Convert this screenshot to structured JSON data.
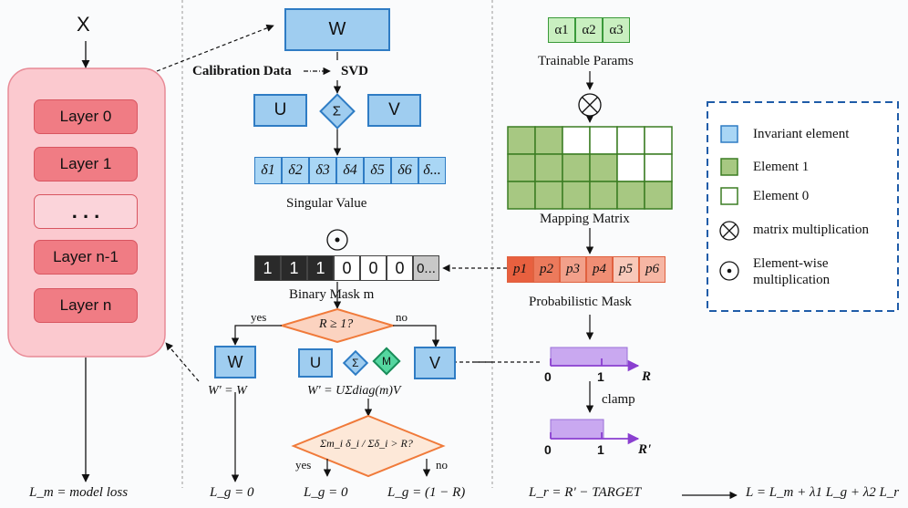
{
  "colors": {
    "invariant": "#a9d6f5",
    "element1": "#a7c882",
    "element0": "#ffffff",
    "model_box": "#fbc9cf",
    "layer": "#f07c84",
    "probabilistic": [
      "#e8603f",
      "#ec7a5c",
      "#f2a08a",
      "#f08e74",
      "#f8c9ba",
      "#f6b6a4"
    ],
    "range_bar": "#c9a8f0",
    "accent_arrow": "#8a3fd0",
    "legend_border": "#1f5ca8"
  },
  "left": {
    "input": "X",
    "layers": [
      "Layer 0",
      "Layer 1",
      ". . .",
      "Layer n-1",
      "Layer n"
    ],
    "loss": "L_m = model loss"
  },
  "middle": {
    "weight": "W",
    "calibration": "Calibration Data",
    "svd": "SVD",
    "u": "U",
    "sigma": "Σ",
    "v": "V",
    "singular_values": [
      "δ1",
      "δ2",
      "δ3",
      "δ4",
      "δ5",
      "δ6",
      "δ..."
    ],
    "singular_label": "Singular Value",
    "elementwise": "⊙",
    "mask_values": [
      "1",
      "1",
      "1",
      "0",
      "0",
      "0",
      "0..."
    ],
    "mask_label": "Binary Mask m",
    "decision": "R ≥ 1?",
    "yes": "yes",
    "no": "no",
    "w_same": "W",
    "w_same_eq": "W' = W",
    "m": "M",
    "w_new_eq": "W' = UΣdiag(m)V",
    "ratio_cond": "Σm_i δ_i / Σδ_i > R?",
    "lg_zero_a": "L_g = 0",
    "lg_zero_b": "L_g = 0",
    "lg_formula": "L_g = (1 − R)"
  },
  "right": {
    "alphas": [
      "α1",
      "α2",
      "α3"
    ],
    "trainable_label": "Trainable Params",
    "mult": "⊗",
    "mapping_label": "Mapping Matrix",
    "mapping": [
      [
        1,
        1,
        0,
        0,
        0,
        0
      ],
      [
        1,
        1,
        1,
        1,
        0,
        0
      ],
      [
        1,
        1,
        1,
        1,
        1,
        1
      ]
    ],
    "prob_values": [
      "p1",
      "p2",
      "p3",
      "p4",
      "p5",
      "p6"
    ],
    "prob_label": "Probabilistic Mask",
    "axis_r": "R",
    "axis_rp": "R'",
    "tick0": "0",
    "tick1": "1",
    "clamp": "clamp",
    "lr_eq": "L_r = R' − TARGET",
    "total_eq": "L = L_m + λ1 L_g + λ2 L_r"
  },
  "legend": {
    "items": [
      "Invariant element",
      "Element 1",
      "Element 0",
      "matrix multiplication",
      "Element-wise multiplication"
    ]
  }
}
